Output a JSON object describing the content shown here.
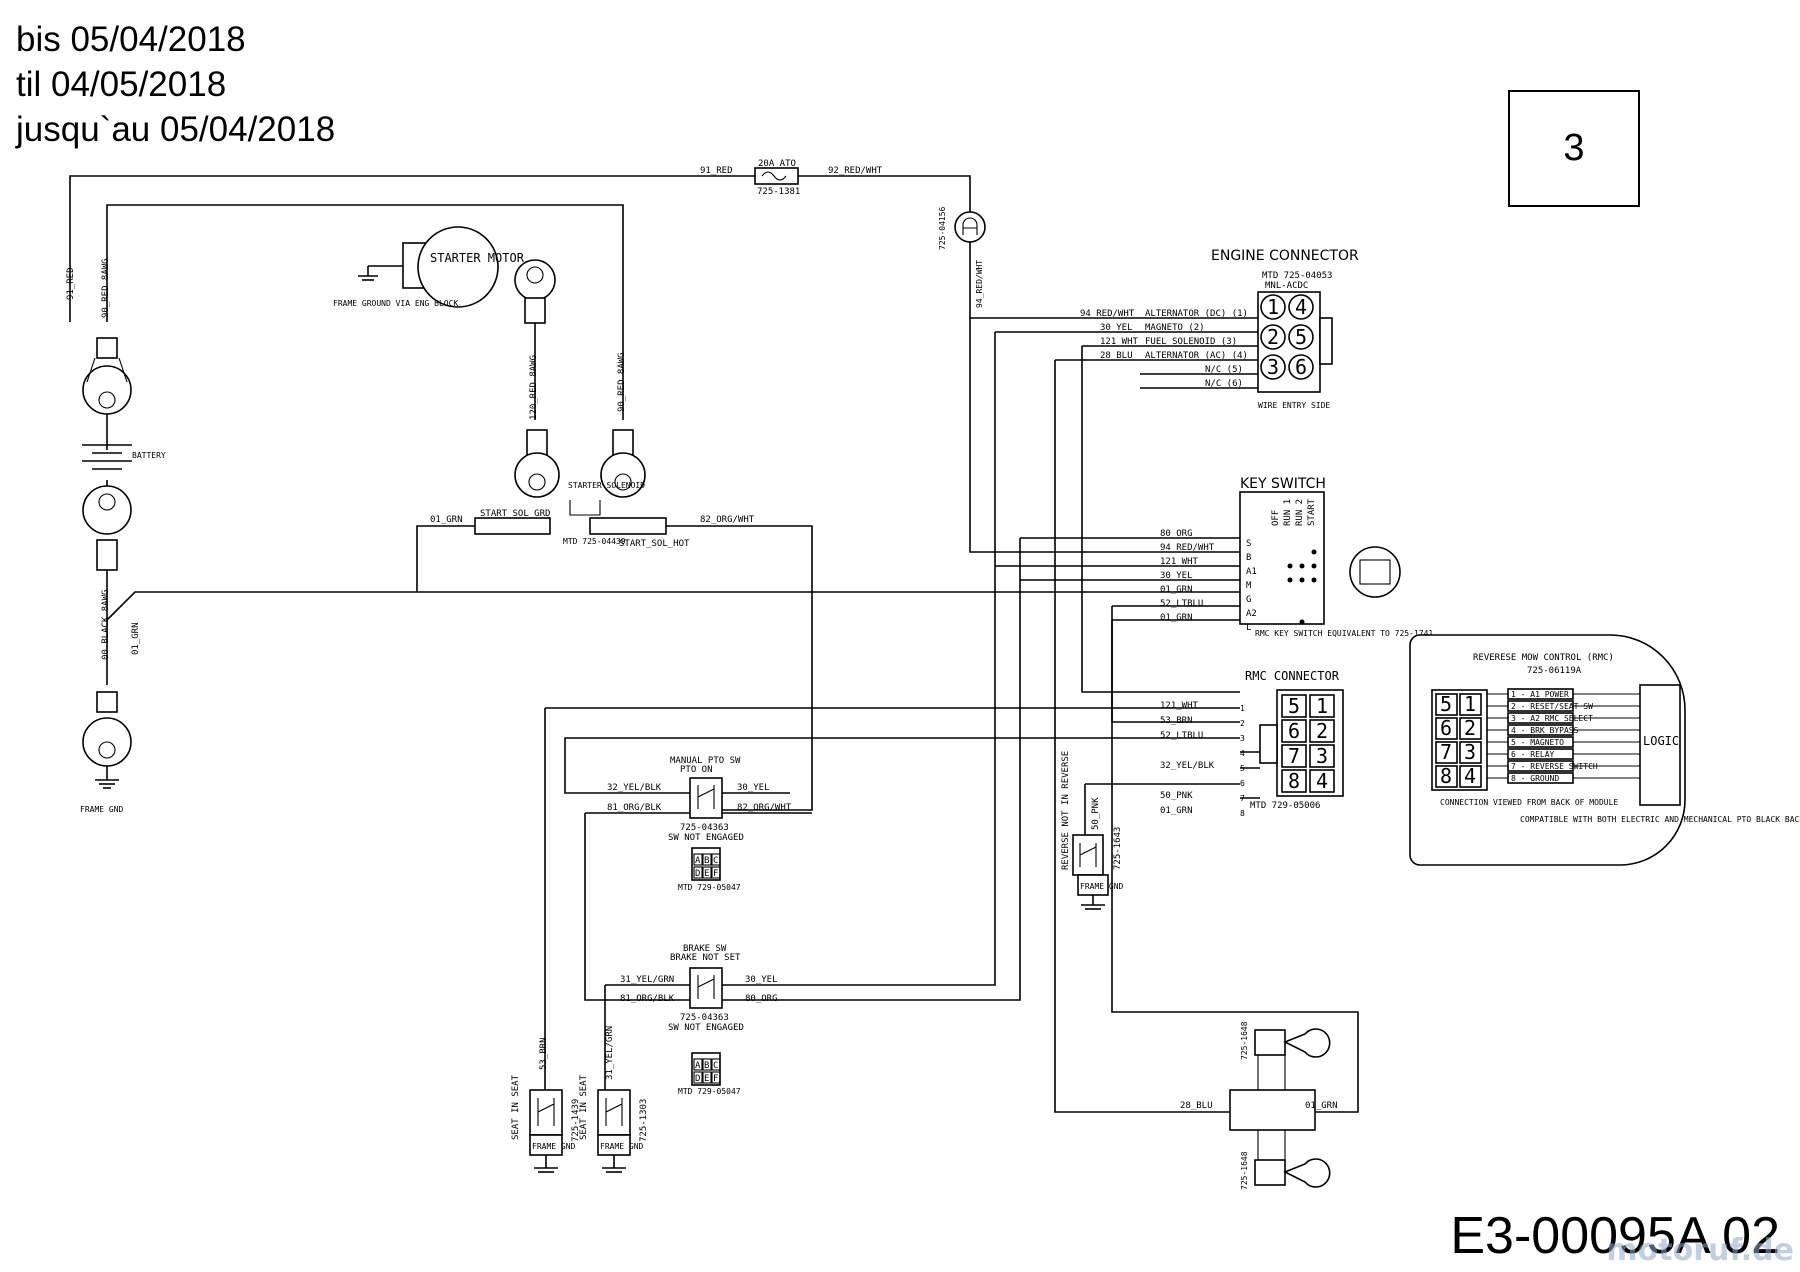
{
  "header": {
    "lines": [
      "bis 05/04/2018",
      "til 04/05/2018",
      "jusqu`au 05/04/2018"
    ],
    "page_number": "3"
  },
  "footer": {
    "drawing_code": "E3-00095A 02",
    "watermark": "motoruf.de"
  },
  "fuse": {
    "rating": "20A ATO",
    "part": "725-1381",
    "wire_in": "91_RED",
    "wire_out": "92_RED/WHT"
  },
  "top_connector": {
    "part": "725-04156",
    "wire": "94_RED/WHT"
  },
  "left_wires": {
    "top1": "91_RED",
    "top2": "90_RED 8AWG",
    "bottom1": "00 BLACK 8AWG",
    "bottom2": "01_GRN"
  },
  "battery": {
    "label": "BATTERY",
    "frame_gnd": "FRAME GND"
  },
  "starter": {
    "title": "STARTER MOTOR",
    "ground_label": "FRAME GROUND VIA ENG BLOCK",
    "wire_left": "120_RED 8AWG",
    "wire_right": "90_RED 8AWG"
  },
  "solenoid": {
    "label": "STARTER SOLENOID",
    "part": "MTD 725-04439",
    "left_connector": "START_SOL_GRD",
    "right_connector": "START_SOL_HOT",
    "wire_left": "01_GRN",
    "wire_right": "82_ORG/WHT"
  },
  "engine_connector": {
    "title": "ENGINE CONNECTOR",
    "part": "MTD 725-04053",
    "type": "MNL-ACDC",
    "pins": [
      "1",
      "4",
      "2",
      "5",
      "3",
      "6"
    ],
    "wire_entry": "WIRE ENTRY SIDE",
    "wires": [
      {
        "wire": "94_RED/WHT",
        "function": "ALTERNATOR (DC) (1)"
      },
      {
        "wire": "30_YEL",
        "function": "MAGNETO (2)"
      },
      {
        "wire": "121_WHT",
        "function": "FUEL SOLENOID (3)"
      },
      {
        "wire": "28_BLU",
        "function": "ALTERNATOR (AC) (4)"
      },
      {
        "wire": "",
        "function": "N/C (5)"
      },
      {
        "wire": "",
        "function": "N/C (6)"
      }
    ]
  },
  "key_switch": {
    "title": "KEY SWITCH",
    "positions": [
      "OFF",
      "RUN 1",
      "RUN 2",
      "START"
    ],
    "terminals": [
      "S",
      "B",
      "A1",
      "M",
      "G",
      "A2",
      "L"
    ],
    "wires": [
      "80_ORG",
      "94_RED/WHT",
      "121_WHT",
      "30_YEL",
      "01_GRN",
      "52_LTBLU",
      "01_GRN"
    ],
    "note": "RMC KEY SWITCH EQUIVALENT TO 725-1741"
  },
  "rmc_connector": {
    "title": "RMC CONNECTOR",
    "part": "MTD 729-05006",
    "pins": [
      "5",
      "1",
      "6",
      "2",
      "7",
      "3",
      "8",
      "4"
    ],
    "rows": [
      {
        "no": "1",
        "wire": "121_WHT"
      },
      {
        "no": "2",
        "wire": "53_BRN"
      },
      {
        "no": "3",
        "wire": "52_LTBLU"
      },
      {
        "no": "4",
        "wire": ""
      },
      {
        "no": "5",
        "wire": "32_YEL/BLK"
      },
      {
        "no": "6",
        "wire": ""
      },
      {
        "no": "7",
        "wire": "50_PNK"
      },
      {
        "no": "8",
        "wire": "01_GRN"
      }
    ]
  },
  "rmc_module": {
    "title": "REVERESE MOW CONTROL (RMC)",
    "part": "725-06119A",
    "logic": "LOGIC",
    "pins": [
      "5",
      "1",
      "6",
      "2",
      "7",
      "3",
      "8",
      "4"
    ],
    "functions": [
      "1 - A1 POWER",
      "2 - RESET/SEAT SW",
      "3 - A2 RMC SELECT",
      "4 - BRK BYPASS",
      "5 - MAGNETO",
      "6 - RELAY",
      "7 - REVERSE SWITCH",
      "8 - GROUND"
    ],
    "view_note": "CONNECTION VIEWED FROM BACK OF MODULE",
    "compat_note": "COMPATIBLE WITH BOTH ELECTRIC AND MECHANICAL PTO BLACK BACK COVER"
  },
  "pto_switch": {
    "title": "MANUAL PTO SW",
    "state": "PTO ON",
    "part": "725-04363",
    "note": "SW NOT ENGAGED",
    "connector": "MTD 729-05047",
    "wires": {
      "left_top": "32_YEL/BLK",
      "left_bottom": "81_ORG/BLK",
      "right_top": "30_YEL",
      "right_bottom": "82_ORG/WHT"
    }
  },
  "brake_switch": {
    "title": "BRAKE SW",
    "state": "BRAKE NOT SET",
    "part": "725-04363",
    "note": "SW NOT ENGAGED",
    "connector": "MTD 729-05047",
    "wires": {
      "left_top": "31_YEL/GRN",
      "left_bottom": "81_ORG/BLK",
      "right_top": "30_YEL",
      "right_bottom": "80_ORG"
    }
  },
  "reverse_switch": {
    "label": "REVERSE NOT IN REVERSE",
    "part": "725-1643",
    "wire": "50_PNK",
    "frame_gnd": "FRAME GND"
  },
  "seat_switch_1": {
    "label": "SEAT IN SEAT",
    "part": "725-1439",
    "wire": "53_BRN",
    "frame_gnd": "FRAME GND"
  },
  "seat_switch_2": {
    "label": "SEAT IN SEAT",
    "part": "725-1303",
    "wire": "31_YEL/GRN",
    "frame_gnd": "FRAME GND"
  },
  "headlights": {
    "part": "725-1648",
    "wire_left": "28_BLU",
    "wire_right": "01_GRN"
  },
  "connector_letters": [
    "A",
    "B",
    "C",
    "D",
    "E",
    "F"
  ]
}
